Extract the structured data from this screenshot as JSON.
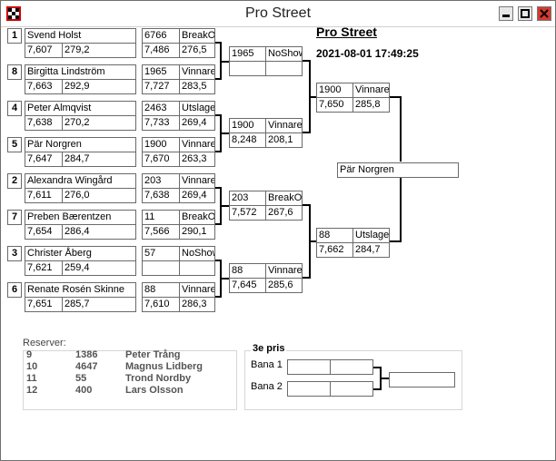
{
  "window": {
    "title": "Pro Street"
  },
  "header": {
    "title": "Pro Street",
    "datetime": "2021-08-01 17:49:25"
  },
  "round1": [
    {
      "seed": "1",
      "name": "Svend Holst",
      "time": "7,607",
      "speed": "279,2",
      "res1": "6766",
      "res2": "BreakOu",
      "t2": "7,486",
      "s2": "276,5"
    },
    {
      "seed": "8",
      "name": "Birgitta Lindström",
      "time": "7,663",
      "speed": "292,9",
      "res1": "1965",
      "res2": "Vinnare",
      "t2": "7,727",
      "s2": "283,5"
    },
    {
      "seed": "4",
      "name": "Peter Almqvist",
      "time": "7,638",
      "speed": "270,2",
      "res1": "2463",
      "res2": "Utslager",
      "t2": "7,733",
      "s2": "269,4"
    },
    {
      "seed": "5",
      "name": "Pär  Norgren",
      "time": "7,647",
      "speed": "284,7",
      "res1": "1900",
      "res2": "Vinnare",
      "t2": "7,670",
      "s2": "263,3"
    },
    {
      "seed": "2",
      "name": "Alexandra Wingård",
      "time": "7,611",
      "speed": "276,0",
      "res1": "203",
      "res2": "Vinnare",
      "t2": "7,638",
      "s2": "269,4"
    },
    {
      "seed": "7",
      "name": "Preben Bærentzen",
      "time": "7,654",
      "speed": "286,4",
      "res1": "11",
      "res2": "BreakOu",
      "t2": "7,566",
      "s2": "290,1"
    },
    {
      "seed": "3",
      "name": "Christer Åberg",
      "time": "7,621",
      "speed": "259,4",
      "res1": "57",
      "res2": "NoShow",
      "t2": "",
      "s2": ""
    },
    {
      "seed": "6",
      "name": "Renate Rosén Skinne",
      "time": "7,651",
      "speed": "285,7",
      "res1": "88",
      "res2": "Vinnare",
      "t2": "7,610",
      "s2": "286,3"
    }
  ],
  "round2": [
    {
      "res1": "1965",
      "res2": "NoShow",
      "t": "",
      "s": ""
    },
    {
      "res1": "1900",
      "res2": "Vinnare",
      "t": "8,248",
      "s": "208,1"
    },
    {
      "res1": "203",
      "res2": "BreakOu",
      "t": "7,572",
      "s": "267,6"
    },
    {
      "res1": "88",
      "res2": "Vinnare",
      "t": "7,645",
      "s": "285,6"
    }
  ],
  "round3": [
    {
      "res1": "1900",
      "res2": "Vinnare",
      "t": "7,650",
      "s": "285,8"
    },
    {
      "res1": "88",
      "res2": "Utslager",
      "t": "7,662",
      "s": "284,7"
    }
  ],
  "winner": "Pär  Norgren",
  "reserves": {
    "label": "Reserver:",
    "rows": [
      {
        "pos": "9",
        "num": "1386",
        "name": "Peter Trång"
      },
      {
        "pos": "10",
        "num": "4647",
        "name": "Magnus Lidberg"
      },
      {
        "pos": "11",
        "num": "55",
        "name": "Trond Nordby"
      },
      {
        "pos": "12",
        "num": "400",
        "name": "Lars Olsson"
      }
    ]
  },
  "third": {
    "label": "3e pris",
    "bana1": "Bana 1",
    "bana2": "Bana 2"
  },
  "colors": {
    "icon_red": "#cc0000",
    "close_red": "#d63a2f"
  }
}
